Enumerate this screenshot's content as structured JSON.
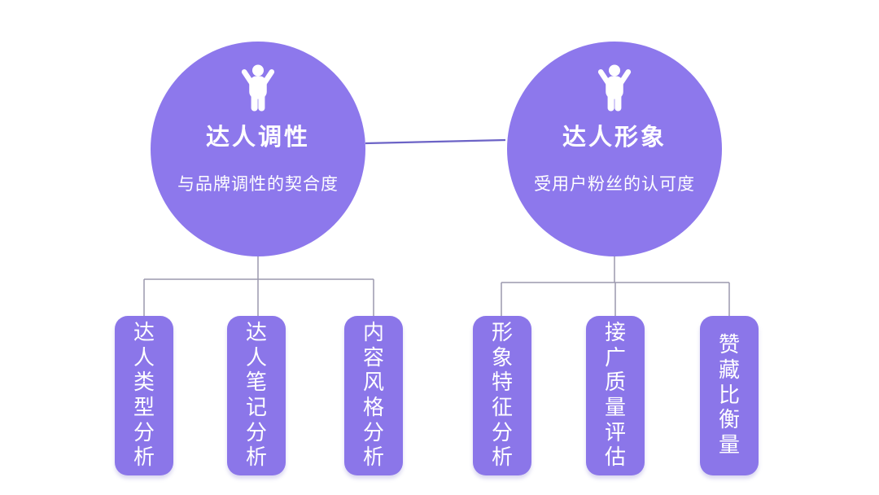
{
  "nodes": [
    {
      "title": "达人调性",
      "subtitle": "与品牌调性的契合度",
      "icon": "cheering-person-icon",
      "children": [
        {
          "label": "达人类型分析"
        },
        {
          "label": "达人笔记分析"
        },
        {
          "label": "内容风格分析"
        }
      ]
    },
    {
      "title": "达人形象",
      "subtitle": "受用户粉丝的认可度",
      "icon": "cheering-person-icon",
      "children": [
        {
          "label": "形象特征分析"
        },
        {
          "label": "接广质量评估"
        },
        {
          "label": "赞藏比衡量"
        }
      ]
    }
  ],
  "colors": {
    "background": "#ffffff",
    "node_fill": "#8d78ec",
    "pill_fill": "#8b76e9",
    "node_text": "#ffffff",
    "tree_connector": "#9b98ae",
    "node_link": "#6c63c6"
  }
}
